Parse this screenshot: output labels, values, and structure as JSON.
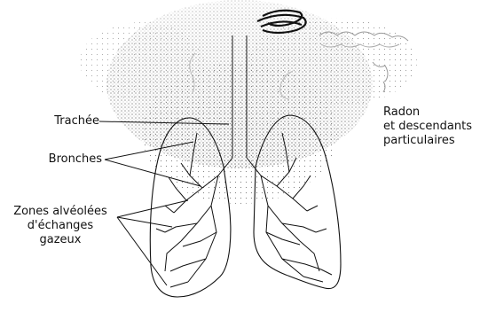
{
  "labels": {
    "trachea": "Trachée",
    "bronchi": "Bronches",
    "alveoli_line1": "Zones alvéolées",
    "alveoli_line2": "d'échanges",
    "alveoli_line3": "gazeux",
    "radon_line1": "Radon",
    "radon_line2": "et descendants",
    "radon_line3": "particulaires"
  },
  "colors": {
    "ink": "#111111",
    "stipple": "#6b6b6b",
    "background": "#ffffff"
  }
}
